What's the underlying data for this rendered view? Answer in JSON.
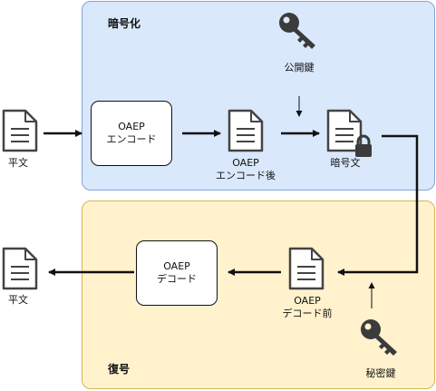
{
  "encryption": {
    "title": "暗号化",
    "public_key_label": "公開鍵",
    "oaep_encode_line1": "OAEP",
    "oaep_encode_line2": "エンコード",
    "encoded_line1": "OAEP",
    "encoded_line2": "エンコード後",
    "ciphertext_label": "暗号文"
  },
  "decryption": {
    "title": "復号",
    "private_key_label": "秘密鍵",
    "oaep_decode_line1": "OAEP",
    "oaep_decode_line2": "デコード",
    "pre_decode_line1": "OAEP",
    "pre_decode_line2": "デコード前"
  },
  "plaintext_in_label": "平文",
  "plaintext_out_label": "平文",
  "icons": [
    "document-icon",
    "key-icon",
    "lock-icon"
  ],
  "colors": {
    "enc_fill": "#dae8fc",
    "enc_border": "#7ea6d8",
    "dec_fill": "#fff2cc",
    "dec_border": "#d6b656",
    "doc_stroke": "#444444",
    "key_fill": "#3b3b3b"
  }
}
